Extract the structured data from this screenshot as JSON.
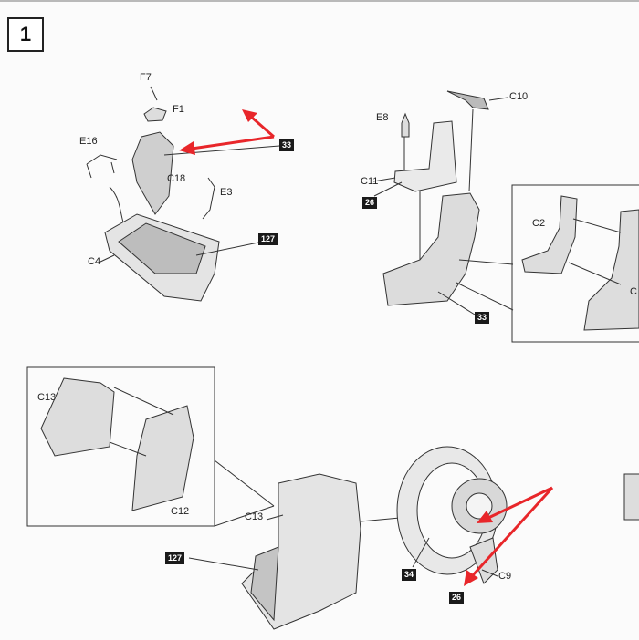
{
  "step_number": "1",
  "colors": {
    "arrow": "#e8262a",
    "line": "#333333",
    "badge": "#1a1a1a"
  },
  "labels": {
    "f7": "F7",
    "f1": "F1",
    "e16": "E16",
    "c18": "C18",
    "e3": "E3",
    "c4": "C4",
    "c10": "C10",
    "e8": "E8",
    "c11": "C11",
    "c2": "C2",
    "c_cut": "C",
    "c13_inset": "C13",
    "c12": "C12",
    "c13_main": "C13",
    "c9": "C9"
  },
  "badges": {
    "b33_top": "33",
    "b127_top": "127",
    "b26_seat": "26",
    "b33_seat": "33",
    "b127_bottom": "127",
    "b34": "34",
    "b26_bottom": "26"
  }
}
